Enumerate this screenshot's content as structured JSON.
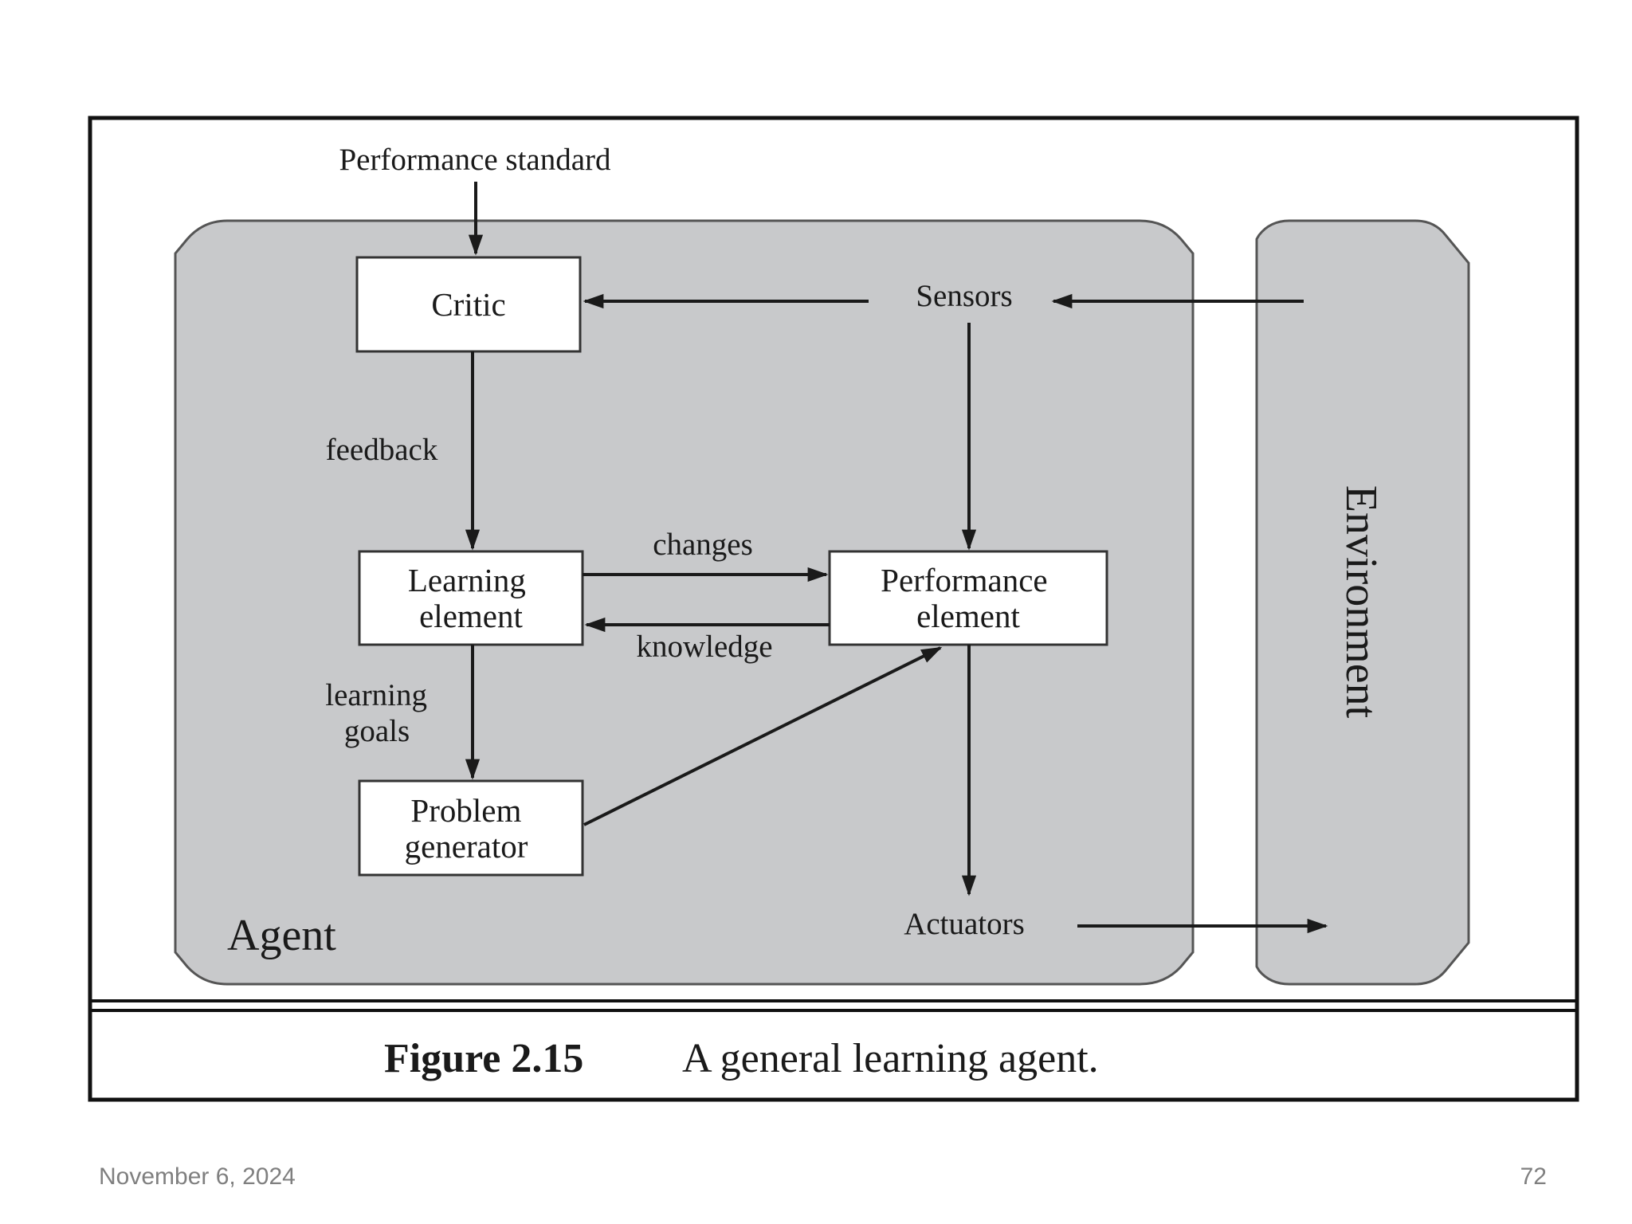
{
  "diagram": {
    "performance_standard": "Performance standard",
    "critic": "Critic",
    "sensors": "Sensors",
    "feedback": "feedback",
    "learning_element": [
      "Learning",
      "element"
    ],
    "changes": "changes",
    "knowledge": "knowledge",
    "performance_element": [
      "Performance",
      "element"
    ],
    "learning_goals": [
      "learning",
      "goals"
    ],
    "problem_generator": [
      "Problem",
      "generator"
    ],
    "actuators": "Actuators",
    "agent": "Agent",
    "environment": "Environment"
  },
  "caption": {
    "label": "Figure 2.15",
    "text": "A general learning agent."
  },
  "footer": {
    "date": "November 6, 2024",
    "page_number": "72"
  },
  "colors": {
    "panel_fill": "#c8c9cb",
    "box_fill": "#ffffff",
    "line": "#1a1a1a",
    "footer_text": "#7f7f7f"
  }
}
